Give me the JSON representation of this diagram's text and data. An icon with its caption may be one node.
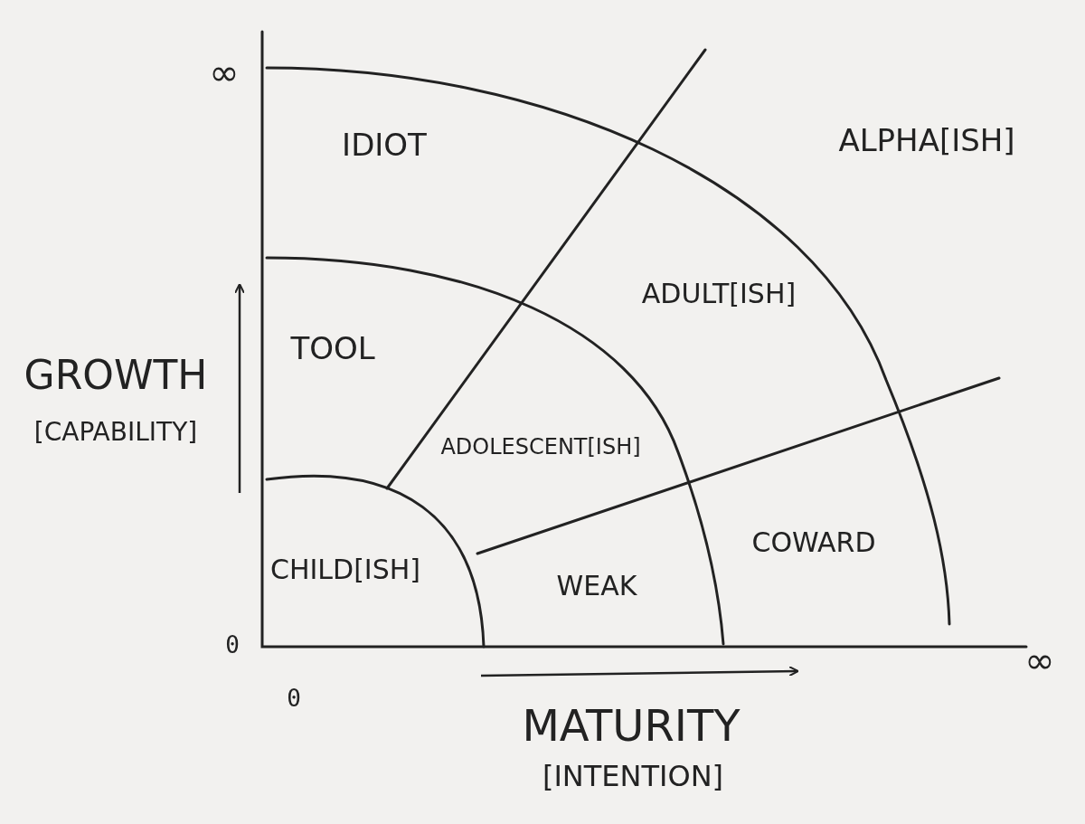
{
  "diagram": {
    "labels": [
      "∞",
      "IDIOT",
      "ALPHA[ISH]",
      "ADULT[ISH]",
      "TOOL",
      "GROWTH",
      "[CAPABILITY]",
      "ADOLESCENT[ISH]",
      "CHILD[ISH]",
      "WEAK",
      "COWARD",
      "0",
      "∞",
      "0",
      "MATURITY",
      "[INTENTION]"
    ]
  }
}
